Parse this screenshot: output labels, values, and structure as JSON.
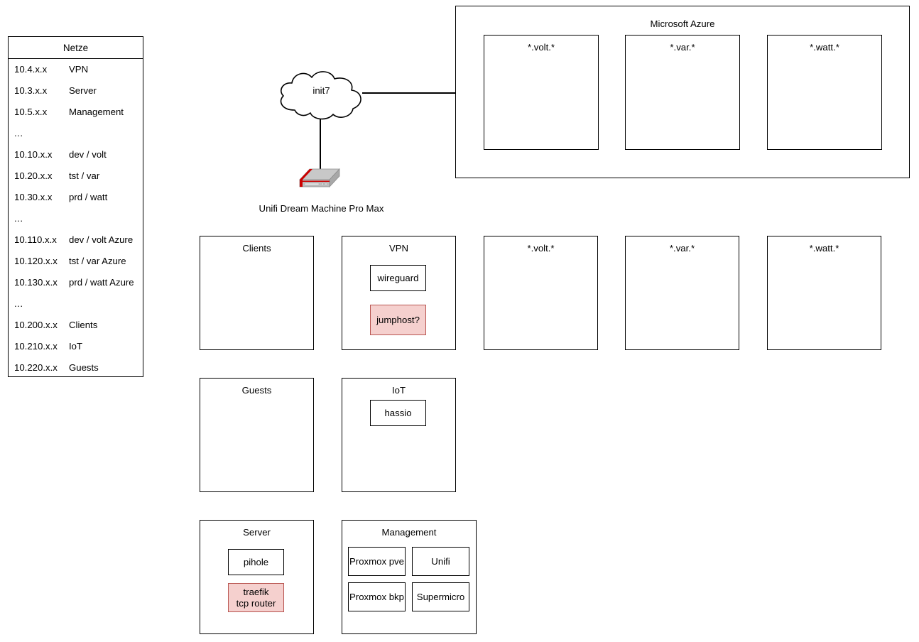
{
  "legend": {
    "title": "Netze",
    "rows": [
      {
        "cidr": "10.4.x.x",
        "label": "VPN"
      },
      {
        "cidr": "10.3.x.x",
        "label": "Server"
      },
      {
        "cidr": "10.5.x.x",
        "label": "Management"
      },
      {
        "cidr": "...",
        "label": ""
      },
      {
        "cidr": "10.10.x.x",
        "label": "dev / volt"
      },
      {
        "cidr": "10.20.x.x",
        "label": "tst / var"
      },
      {
        "cidr": "10.30.x.x",
        "label": "prd / watt"
      },
      {
        "cidr": "...",
        "label": ""
      },
      {
        "cidr": "10.110.x.x",
        "label": "dev / volt Azure"
      },
      {
        "cidr": "10.120.x.x",
        "label": "tst / var Azure"
      },
      {
        "cidr": "10.130.x.x",
        "label": "prd / watt Azure"
      },
      {
        "cidr": "...",
        "label": ""
      },
      {
        "cidr": "10.200.x.x",
        "label": "Clients"
      },
      {
        "cidr": "10.210.x.x",
        "label": "IoT"
      },
      {
        "cidr": "10.220.x.x",
        "label": "Guests"
      }
    ]
  },
  "azure": {
    "title": "Microsoft Azure",
    "children": [
      {
        "title": "*.volt.*"
      },
      {
        "title": "*.var.*"
      },
      {
        "title": "*.watt.*"
      }
    ]
  },
  "cloud": {
    "label": "init7"
  },
  "gateway": {
    "label": "Unifi Dream Machine Pro Max",
    "icon": "firewall-appliance-icon"
  },
  "zones": {
    "clients": {
      "title": "Clients",
      "nodes": []
    },
    "vpn": {
      "title": "VPN",
      "nodes": [
        {
          "label": "wireguard",
          "highlight": false
        },
        {
          "label": "jumphost?",
          "highlight": true
        }
      ]
    },
    "volt": {
      "title": "*.volt.*",
      "nodes": []
    },
    "var": {
      "title": "*.var.*",
      "nodes": []
    },
    "watt": {
      "title": "*.watt.*",
      "nodes": []
    },
    "guests": {
      "title": "Guests",
      "nodes": []
    },
    "iot": {
      "title": "IoT",
      "nodes": [
        {
          "label": "hassio",
          "highlight": false
        }
      ]
    },
    "server": {
      "title": "Server",
      "nodes": [
        {
          "label": "pihole",
          "highlight": false
        },
        {
          "label_line1": "traefik",
          "label_line2": "tcp router",
          "highlight": true
        }
      ]
    },
    "management": {
      "title": "Management",
      "nodes": [
        {
          "label": "Proxmox pve",
          "highlight": false
        },
        {
          "label": "Unifi",
          "highlight": false
        },
        {
          "label": "Proxmox bkp",
          "highlight": false
        },
        {
          "label": "Supermicro",
          "highlight": false
        }
      ]
    }
  },
  "colors": {
    "stroke": "#000000",
    "background": "#ffffff",
    "highlight_fill": "#f5d0ce",
    "highlight_stroke": "#b85450",
    "device_body": "#b3b3b3",
    "device_accent": "#cc0000"
  }
}
